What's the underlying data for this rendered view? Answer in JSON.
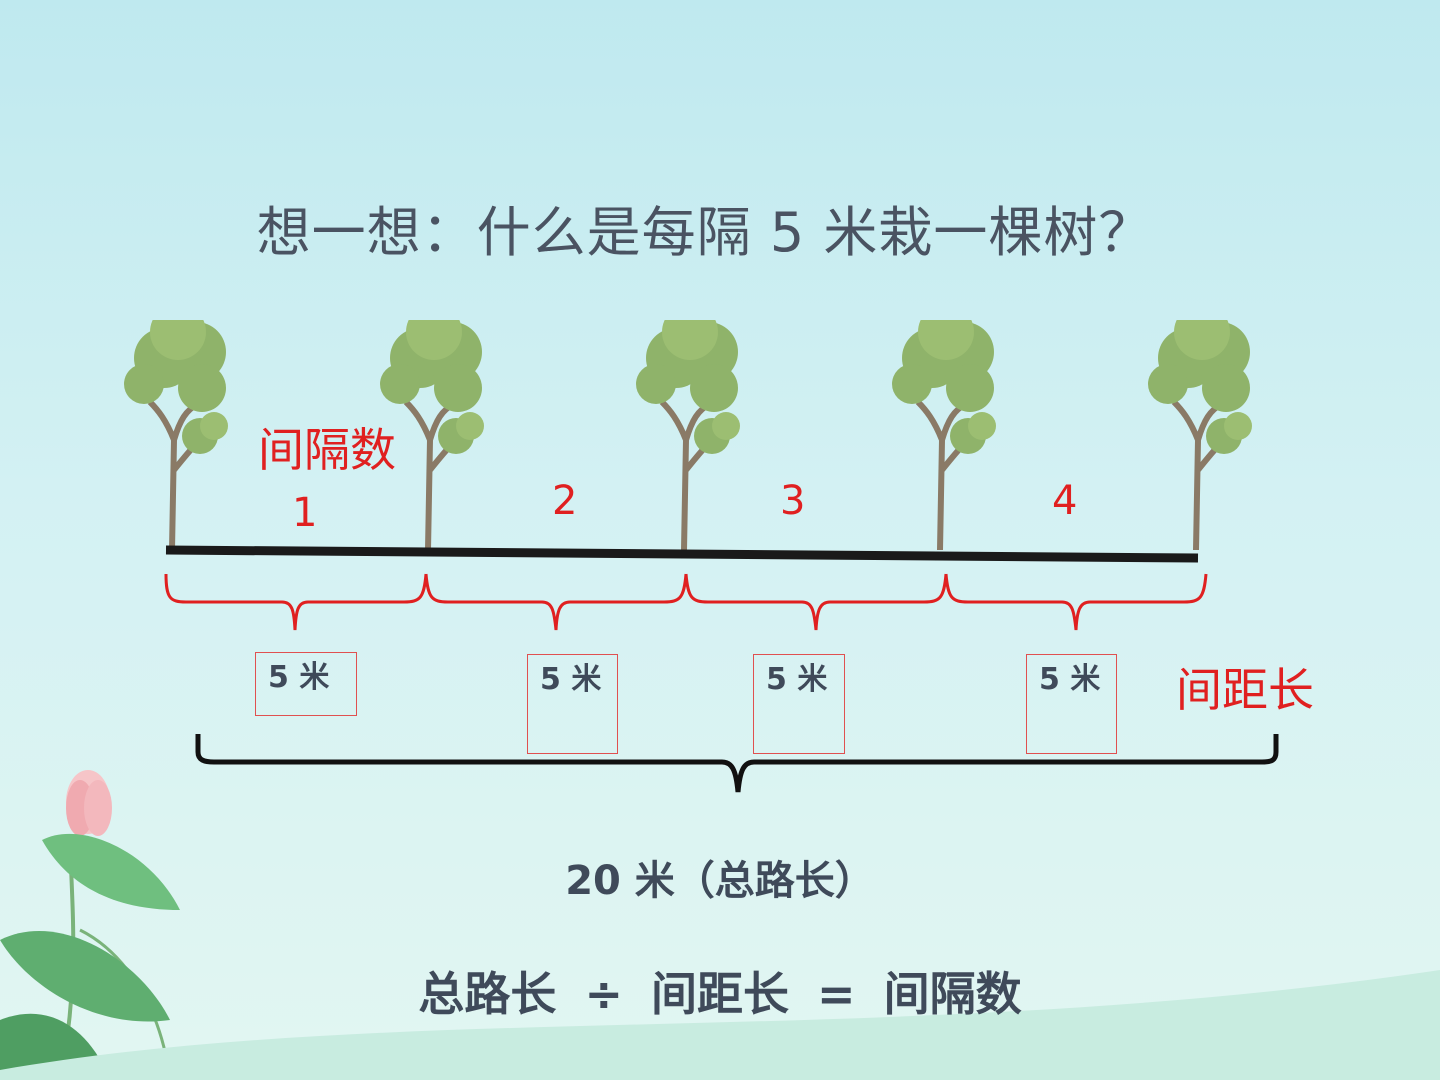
{
  "title": "想一想：什么是每隔 5 米栽一棵树？",
  "labels": {
    "interval_count": "间隔数",
    "interval_length": "间距长"
  },
  "interval_numbers": [
    "1",
    "2",
    "3",
    "4"
  ],
  "distance_boxes": [
    "5 米",
    "5 米",
    "5 米",
    "5 米"
  ],
  "total_label": "20 米（总路长）",
  "formula": {
    "left": "总路长",
    "op": "÷",
    "middle": "间距长",
    "eq": "=",
    "right": "间隔数"
  },
  "colors": {
    "red": "#e02020",
    "text": "#3f4a5a",
    "road": "#1a1a1a"
  },
  "icons": [
    "tree-icon",
    "lotus-icon"
  ]
}
